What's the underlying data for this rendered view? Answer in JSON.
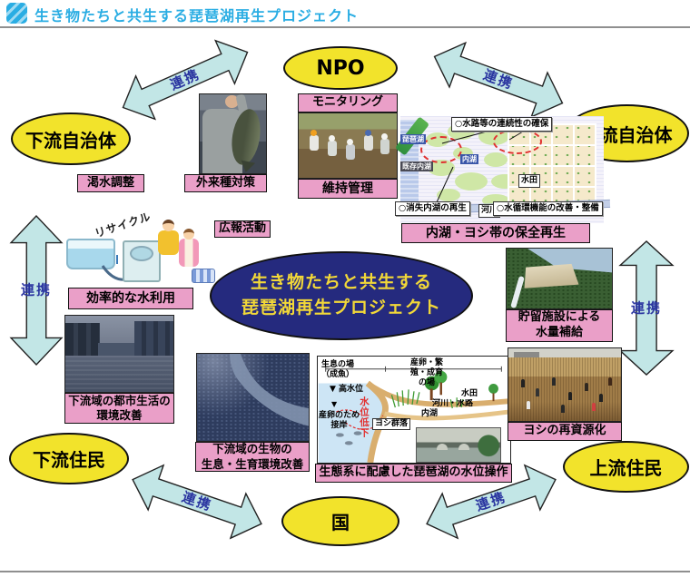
{
  "header": {
    "title": "生き物たちと共生する琵琶湖再生プロジェクト"
  },
  "colors": {
    "accent_blue": "#2aade3",
    "ellipse_yellow": "#f2e32b",
    "label_pink": "#ea9fc8",
    "arrow_fill": "#c2e6e6",
    "arrow_text": "#2a35a0",
    "center_navy": "#252a7e",
    "center_text": "#f2d838"
  },
  "center": {
    "line1": "生き物たちと共生する",
    "line2": "琵琶湖再生プロジェクト"
  },
  "entities": {
    "npo": "NPO",
    "downstream_gov": "下流自治体",
    "upstream_gov": "上流自治体",
    "downstream_residents": "下流住民",
    "upstream_residents": "上流住民",
    "country": "国"
  },
  "arrows": {
    "label": "連携"
  },
  "measures": {
    "monitoring": "モニタリング",
    "maintenance": "維持管理",
    "invasive": "外来種対策",
    "drought": "渇水調整",
    "pr": "広報活動",
    "efficient": "効率的な水利用",
    "inner_lake": "内湖・ヨシ帯の保全再生",
    "storage": [
      "貯留施設による",
      "水量補給"
    ],
    "reed": "ヨシの再資源化",
    "city": [
      "下流域の都市生活の",
      "環境改善"
    ],
    "bio": [
      "下流域の生物の",
      "生息・生育環境改善"
    ],
    "ecosystem": "生態系に配慮した琵琶湖の水位操作"
  },
  "map": {
    "callout_waterway": "○水路等の連続性の確保",
    "callout_lost_lake": "○消失内湖の再生",
    "callout_circulation": "○水循環機能の改善・整備",
    "label_biwako": "琵琶湖",
    "label_existing": "既存内湖",
    "label_naiko": "内湖",
    "label_suiden": "水田",
    "label_kasen": "河川"
  },
  "recycle": {
    "caption": "リサイクル"
  },
  "waterlevel": {
    "habitat1": "生息の場",
    "habitat2": "（成魚）",
    "high_level": "▼ 高水位",
    "marker": "▼",
    "drop": "水位低下",
    "spawn1": "産卵のため",
    "spawn2": "接岸",
    "yoshi": "ヨシ群落",
    "naiko": "内湖",
    "kasen": "河川・水路",
    "suiden": "水田",
    "place1": "産卵・繁",
    "place2": "殖・成育",
    "place3": "の場"
  }
}
